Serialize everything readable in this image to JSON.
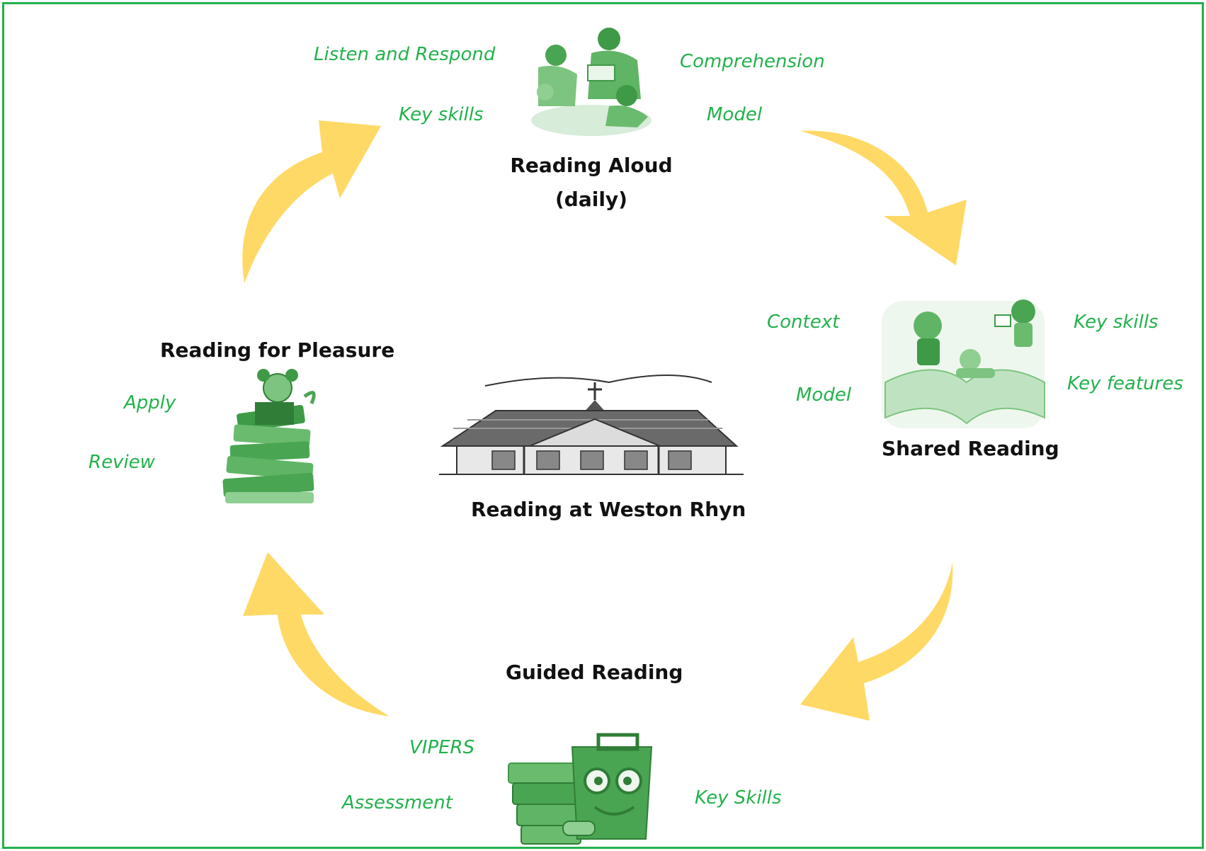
{
  "center": {
    "title": "Reading at Weston Rhyn"
  },
  "stages": {
    "reading_aloud": {
      "title_line1": "Reading Aloud",
      "title_line2": "(daily)",
      "tags": [
        "Listen and Respond",
        "Key skills",
        "Comprehension",
        "Model"
      ]
    },
    "shared_reading": {
      "title": "Shared Reading",
      "tags": [
        "Context",
        "Model",
        "Key skills",
        "Key features"
      ]
    },
    "guided_reading": {
      "title": "Guided Reading",
      "tags": [
        "VIPERS",
        "Assessment",
        "Key Skills"
      ]
    },
    "reading_for_pleasure": {
      "title": "Reading for Pleasure",
      "tags": [
        "Apply",
        "Review"
      ]
    }
  },
  "colors": {
    "border": "#22b14c",
    "tag_text": "#22b14c",
    "arrow": "#ffd966",
    "title_text": "#111111",
    "illustration_green": "#4caf50"
  },
  "icons": {
    "reading_aloud": "children-reading-illustration",
    "shared_reading": "kids-on-open-book-illustration",
    "guided_reading": "books-and-toolbox-character-illustration",
    "reading_for_pleasure": "girl-reading-on-book-stack-illustration",
    "center": "school-building-illustration"
  }
}
